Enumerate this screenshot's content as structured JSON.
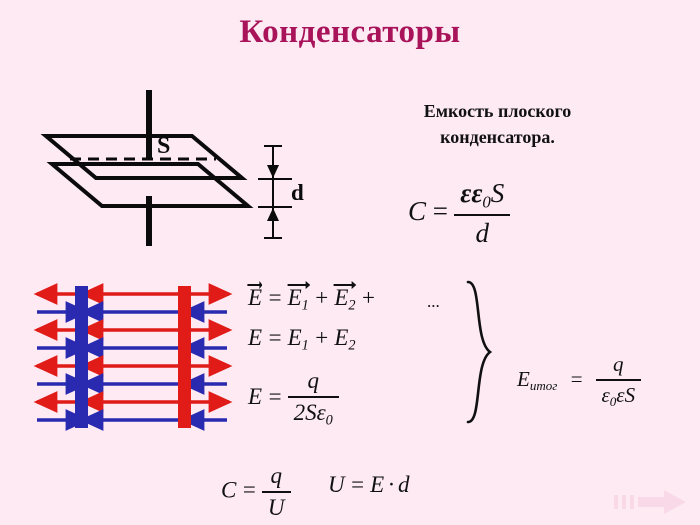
{
  "slide": {
    "title": "Конденсаторы",
    "subtitle_line1": "Емкость плоского",
    "subtitle_line2": "конденсатора.",
    "background_color": "#fdeaf3",
    "title_color": "#a8135a",
    "text_color": "#101010"
  },
  "plate_diagram": {
    "area_label": "S",
    "distance_label": "d",
    "description": "parallel plate capacitor in perspective with two plates and terminal lead"
  },
  "field_diagram": {
    "left_plate_color": "#2a2ab0",
    "right_plate_color": "#e01b18",
    "rows": 8,
    "row_colors": [
      "red",
      "blue",
      "red",
      "blue",
      "red",
      "blue",
      "red",
      "blue"
    ],
    "left_arrow_directions": [
      "left",
      "right",
      "left",
      "right",
      "left",
      "right",
      "left",
      "right"
    ],
    "middle_arrow_directions": [
      "left",
      "left",
      "left",
      "left",
      "left",
      "left",
      "left",
      "left"
    ],
    "right_arrow_directions": [
      "right",
      "left",
      "right",
      "left",
      "right",
      "left",
      "right",
      "left"
    ]
  },
  "formulas": {
    "capacitance": {
      "lhs": "C",
      "equals": "=",
      "numerator": "εε₀S",
      "num_eps": "ε",
      "num_eps0": "ε",
      "num_eps0_sub": "0",
      "num_S": "S",
      "denominator": "d"
    },
    "vector_sum": {
      "E": "E",
      "equals": "=",
      "E1": "E",
      "E1_sub": "1",
      "plus1": "+",
      "E2": "E",
      "E2_sub": "2",
      "plus2": "+",
      "ellipsis": "..."
    },
    "scalar_sum": {
      "E": "E",
      "equals": "=",
      "E1": "E",
      "E1_sub": "1",
      "plus": "+",
      "E2": "E",
      "E2_sub": "2"
    },
    "single_plate_field": {
      "lhs": "E",
      "equals": "=",
      "numerator": "q",
      "den_two": "2",
      "den_S": "S",
      "den_eps": "ε",
      "den_eps_sub": "0"
    },
    "total_field": {
      "lhs": "E",
      "lhs_sub": "итог",
      "equals": "=",
      "numerator": "q",
      "den_eps0": "ε",
      "den_eps0_sub": "0",
      "den_eps": "ε",
      "den_S": "S"
    },
    "charge_voltage": {
      "lhs": "C",
      "equals": "=",
      "numerator": "q",
      "denominator": "U"
    },
    "voltage_field": {
      "lhs": "U",
      "equals": "=",
      "rhs_E": "E",
      "dot": "·",
      "rhs_d": "d"
    }
  }
}
